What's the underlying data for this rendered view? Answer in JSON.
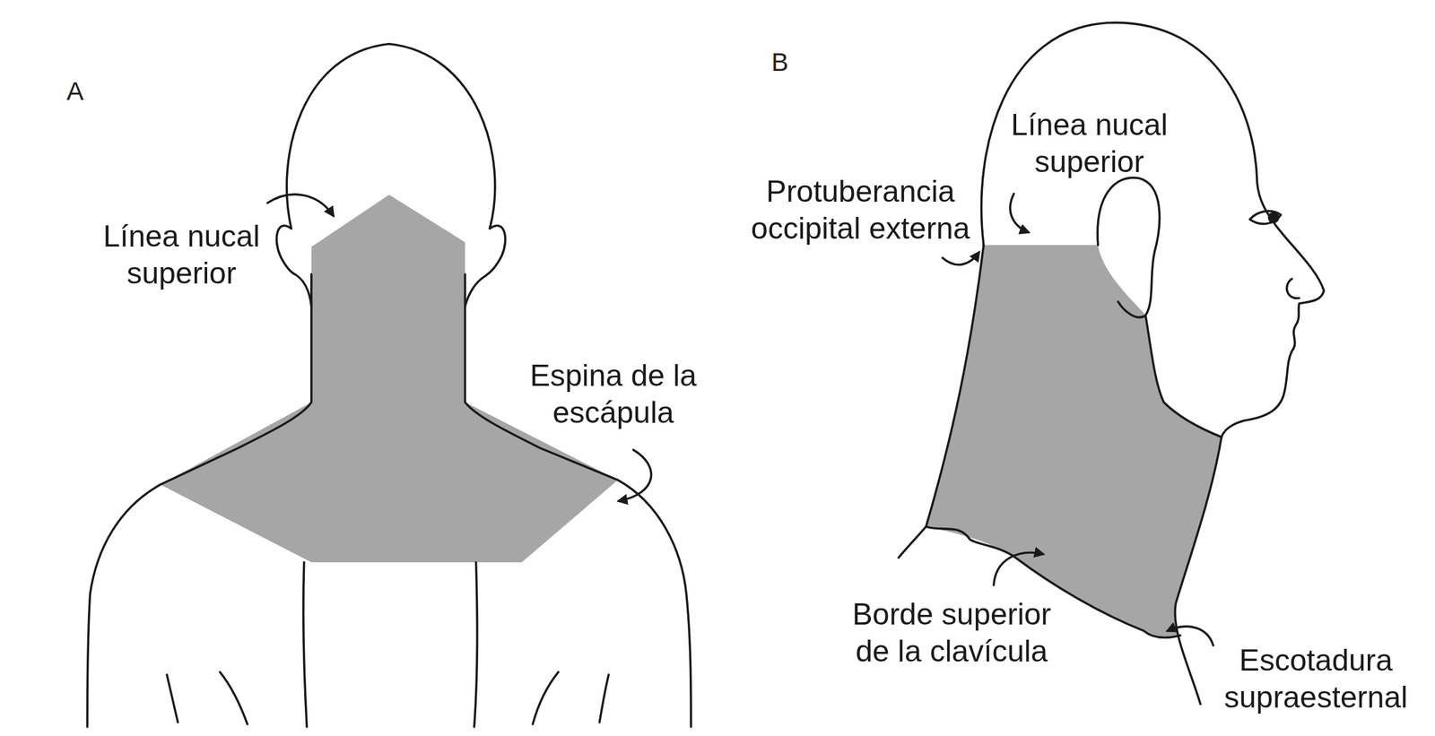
{
  "diagram": {
    "labels": [
      "A",
      "Línea nucal superior",
      "Espina de la escápula",
      "B",
      "Protuberancia occipital externa",
      "Línea nucal superior",
      "Borde superior de la clavícula",
      "Escotadura supraesternal"
    ]
  }
}
